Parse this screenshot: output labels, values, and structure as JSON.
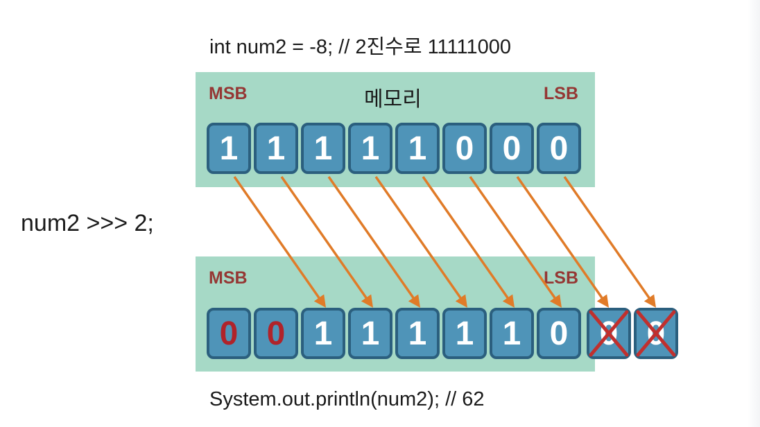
{
  "declaration": "int num2 = -8; // 2진수로 11111000",
  "operation": "num2 >>> 2;",
  "print_statement": "System.out.println(num2); // 62",
  "memory": {
    "title": "메모리",
    "msb_label": "MSB",
    "lsb_label": "LSB"
  },
  "before_bits": [
    "1",
    "1",
    "1",
    "1",
    "1",
    "0",
    "0",
    "0"
  ],
  "after_bits": [
    "0",
    "0",
    "1",
    "1",
    "1",
    "1",
    "1",
    "0"
  ],
  "discarded_bits": [
    "0",
    "0"
  ],
  "colors": {
    "panel": "#a6d9c6",
    "cell_fill": "#4f94b8",
    "cell_border": "#2b5f7e",
    "label_red": "#953734",
    "arrow": "#e07b28",
    "cross": "#c0302e"
  }
}
